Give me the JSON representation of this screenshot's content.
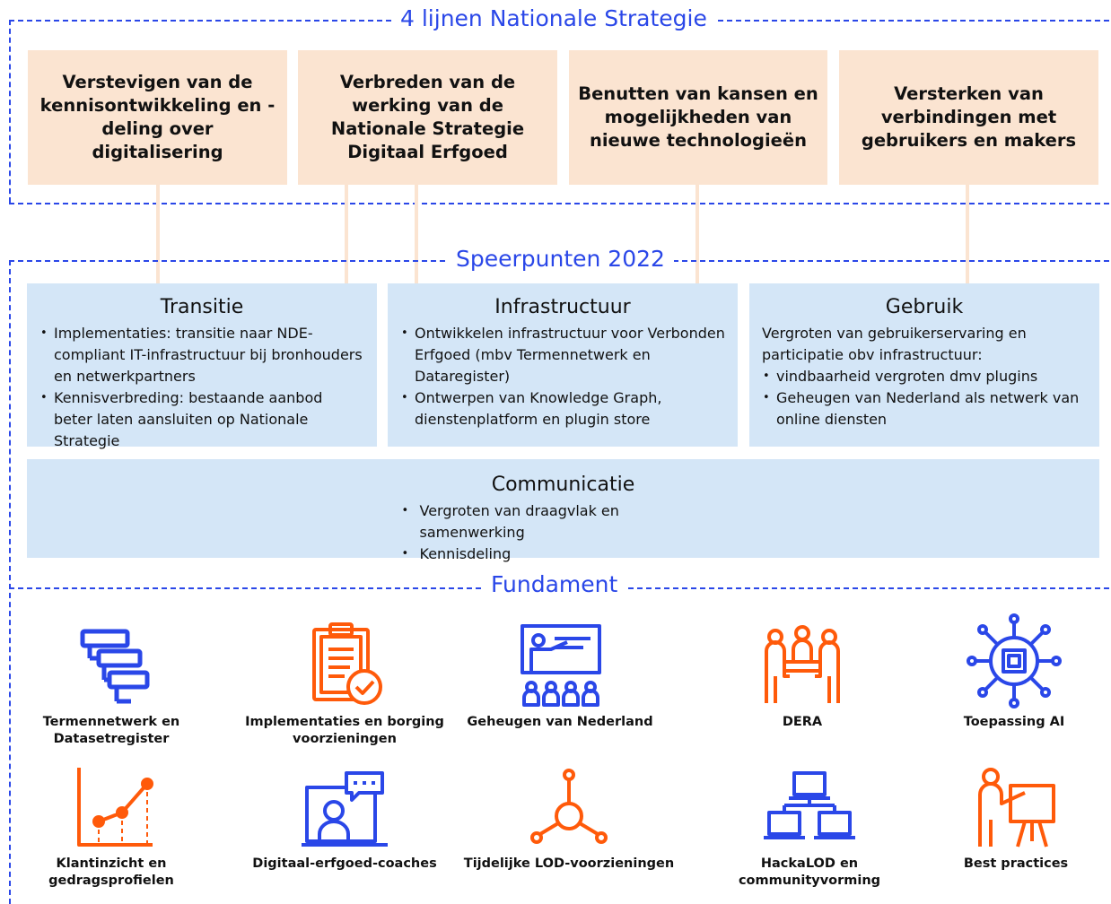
{
  "sections": {
    "lines_title": "4 lijnen Nationale Strategie",
    "speerpunten_title": "Speerpunten 2022",
    "fundament_title": "Fundament"
  },
  "lines": [
    {
      "text": "Verstevigen van de kennisontwikkeling en -deling over digitalisering"
    },
    {
      "text": "Verbreden van de werking van de Nationale Strategie Digitaal Erfgoed"
    },
    {
      "text": "Benutten van kansen en mogelijkheden van nieuwe technologieën"
    },
    {
      "text": "Versterken van verbindingen met gebruikers en makers"
    }
  ],
  "speerpunten": {
    "transitie": {
      "title": "Transitie",
      "bullets": [
        "Implementaties: transitie naar NDE-compliant IT-infrastructuur bij bronhouders en netwerkpartners",
        "Kennisverbreding: bestaande aanbod beter laten aansluiten op Nationale Strategie"
      ]
    },
    "infrastructuur": {
      "title": "Infrastructuur",
      "bullets": [
        "Ontwikkelen infrastructuur voor Verbonden Erfgoed (mbv Termennetwerk en Dataregister)",
        "Ontwerpen van Knowledge Graph, dienstenplatform en plugin store"
      ]
    },
    "gebruik": {
      "title": "Gebruik",
      "intro": "Vergroten van gebruikerservaring en participatie obv infrastructuur:",
      "bullets": [
        "vindbaarheid vergroten dmv plugins",
        "Geheugen van Nederland als netwerk van online diensten"
      ]
    },
    "communicatie": {
      "title": "Communicatie",
      "bullets": [
        "Vergroten van draagvlak en samenwerking",
        "Kennisdeling"
      ]
    }
  },
  "fundament": [
    {
      "label": "Termennetwerk en Datasetregister",
      "icon": "gantt-icon"
    },
    {
      "label": "Implementaties en borging voorzieningen",
      "icon": "clipboard-check-icon"
    },
    {
      "label": "Geheugen van Nederland",
      "icon": "presentation-audience-icon"
    },
    {
      "label": "DERA",
      "icon": "team-meeting-icon"
    },
    {
      "label": "Toepassing AI",
      "icon": "ai-chip-icon"
    },
    {
      "label": "Klantinzicht en gedragsprofielen",
      "icon": "growth-chart-icon"
    },
    {
      "label": "Digitaal-erfgoed-coaches",
      "icon": "video-coach-icon"
    },
    {
      "label": "Tijdelijke LOD-voorzieningen",
      "icon": "network-nodes-icon"
    },
    {
      "label": "HackaLOD en communityvorming",
      "icon": "connected-laptops-icon"
    },
    {
      "label": "Best practices",
      "icon": "presenter-board-icon"
    }
  ],
  "colors": {
    "accent_blue": "#2a47e8",
    "accent_orange": "#ff5a0a",
    "peach": "#fbe4d1",
    "light_blue": "#d4e6f7"
  }
}
